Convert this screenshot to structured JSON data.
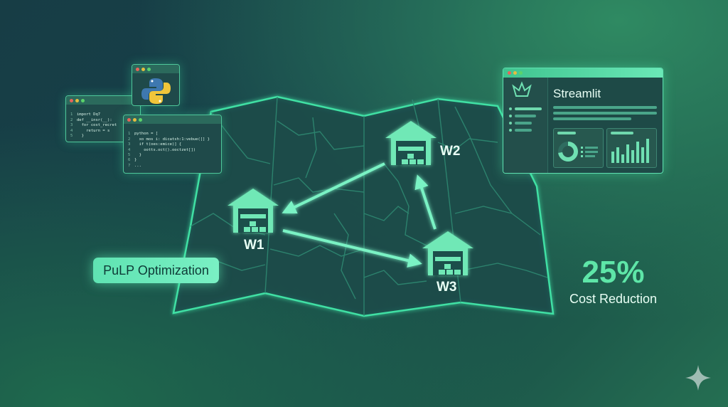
{
  "code_window_1": {
    "lines": [
      {
        "n": "1",
        "t": "import Dq7"
      },
      {
        "n": "2",
        "t": "def __insr(__):"
      },
      {
        "n": "3",
        "t": "  for cost_recret"
      },
      {
        "n": "4",
        "t": "    return = s"
      },
      {
        "n": "5",
        "t": "  }"
      }
    ]
  },
  "code_window_2": {
    "lines": [
      {
        "n": "1",
        "t": "python = ["
      },
      {
        "n": "2",
        "t": "  xo mos i: dicatsh:1:vebue([] }"
      },
      {
        "n": "3",
        "t": "  if t(oes:emice)] {"
      },
      {
        "n": "4",
        "t": "    ootts.oct().ooctzet[])"
      },
      {
        "n": "5",
        "t": "  }"
      },
      {
        "n": "6",
        "t": "}"
      },
      {
        "n": "7",
        "t": "..."
      }
    ]
  },
  "python_window": {
    "icon": "python-logo-icon"
  },
  "warehouses": {
    "w1": {
      "label": "W1",
      "icon": "warehouse-icon"
    },
    "w2": {
      "label": "W2",
      "icon": "warehouse-icon"
    },
    "w3": {
      "label": "W3",
      "icon": "warehouse-icon"
    }
  },
  "flows": [
    {
      "from": "W2",
      "to": "W1"
    },
    {
      "from": "W1",
      "to": "W3"
    },
    {
      "from": "W3",
      "to": "W2"
    }
  ],
  "pulp_label": "PuLP Optimization",
  "streamlit": {
    "title": "Streamlit",
    "logo": "streamlit-crown-icon"
  },
  "metric": {
    "value": "25%",
    "caption": "Cost Reduction"
  },
  "watermark": {
    "icon": "sparkle-icon"
  },
  "colors": {
    "accent": "#5ee6a8",
    "glow": "#6ff0c0",
    "map_fill": "#1c4b4a",
    "map_line": "#3fc897"
  }
}
